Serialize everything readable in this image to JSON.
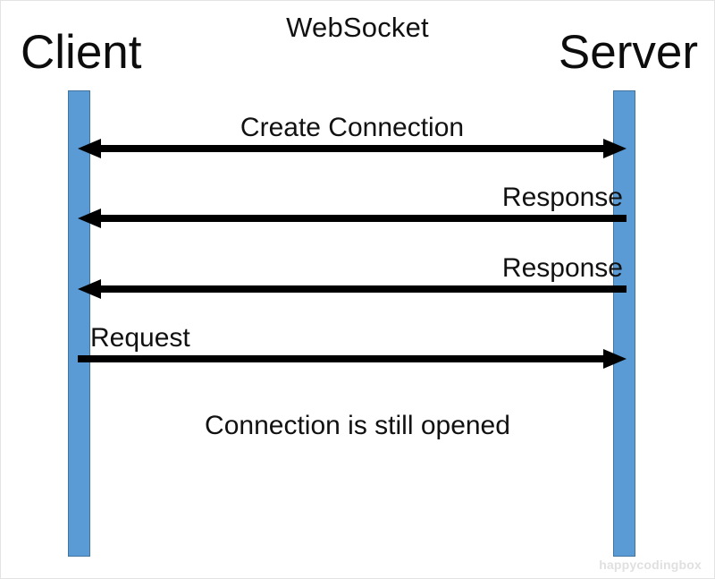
{
  "diagram": {
    "title": "WebSocket",
    "type": "sequence-diagram",
    "watermark": "happycodingbox",
    "colors": {
      "lifeline_fill": "#5B9BD5",
      "lifeline_stroke": "#41749F",
      "arrow": "#000000",
      "text": "#111111",
      "background": "#FFFFFF",
      "watermark": "#E0E0E0"
    },
    "actors": [
      {
        "id": "client",
        "label": "Client",
        "side": "left"
      },
      {
        "id": "server",
        "label": "Server",
        "side": "right"
      }
    ],
    "messages": [
      {
        "index": 1,
        "label": "Create Connection",
        "direction": "both",
        "from": "client",
        "to": "server",
        "label_align": "center"
      },
      {
        "index": 2,
        "label": "Response",
        "direction": "left",
        "from": "server",
        "to": "client",
        "label_align": "end"
      },
      {
        "index": 3,
        "label": "Response",
        "direction": "left",
        "from": "server",
        "to": "client",
        "label_align": "end"
      },
      {
        "index": 4,
        "label": "Request",
        "direction": "right",
        "from": "client",
        "to": "server",
        "label_align": "start"
      }
    ],
    "note": "Connection is still opened"
  }
}
